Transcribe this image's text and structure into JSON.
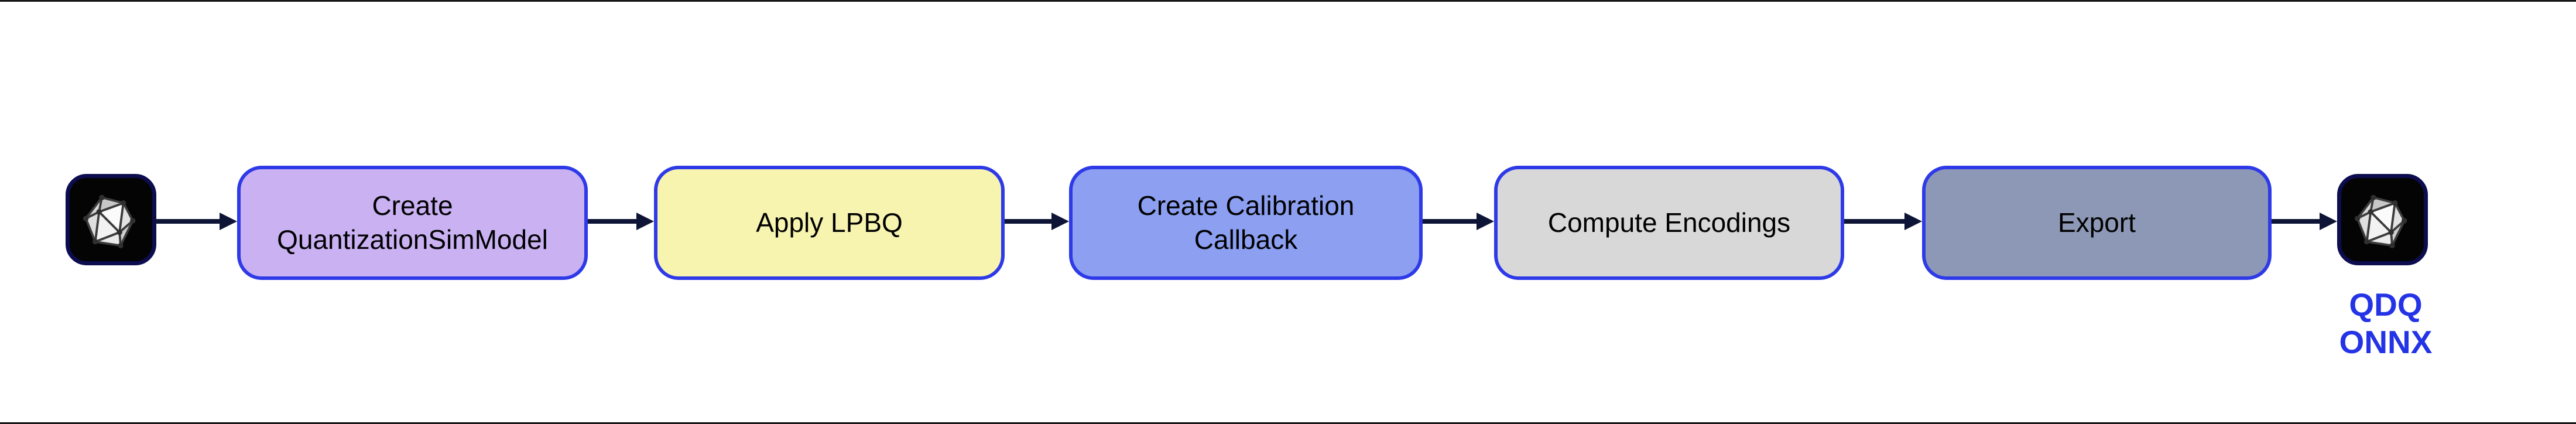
{
  "flow": {
    "input_icon": {
      "name": "model-icosahedron-icon"
    },
    "steps": [
      {
        "label": "Create\nQuantizationSimModel",
        "fill": "#c9b1f2"
      },
      {
        "label": "Apply LPBQ",
        "fill": "#f7f4b0"
      },
      {
        "label": "Create Calibration\nCallback",
        "fill": "#8c9ff0"
      },
      {
        "label": "Compute Encodings",
        "fill": "#d8d8d8"
      },
      {
        "label": "Export",
        "fill": "#8d98b6"
      }
    ],
    "output_icon": {
      "name": "model-icosahedron-icon"
    },
    "output_caption": "QDQ\nONNX",
    "colors": {
      "box_border": "#2e3ae8",
      "box_text": "#000000",
      "arrow": "#0e1435",
      "caption_text": "#2433e6",
      "icon_background": "#040404",
      "icon_border": "#0c0c4e",
      "frame_line": "#161616",
      "page_background": "#ffffff"
    }
  }
}
